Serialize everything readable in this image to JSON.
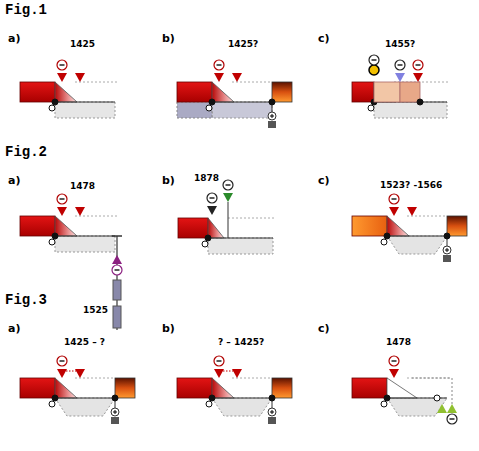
{
  "diagram": {
    "labels": [
      "Fig.1",
      "a)",
      "1425",
      "b)",
      "1425?",
      "c)",
      "1455?",
      "Fig.2",
      "a)",
      "1478",
      "1525",
      "b)",
      "1878",
      "c)",
      "1523? -1566",
      "Fig.3",
      "a)",
      "1425 – ?",
      "b)",
      "? – 1425?",
      "c)",
      "1478"
    ]
  }
}
